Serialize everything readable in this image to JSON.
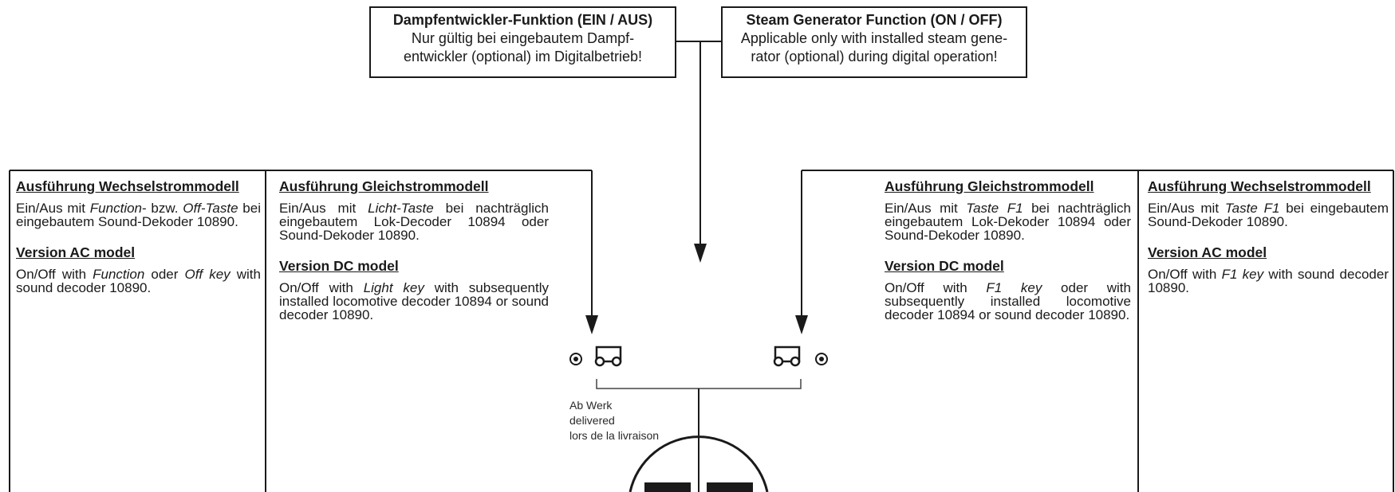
{
  "box_de": {
    "title": "Dampfentwickler-Funktion (EIN / AUS)",
    "line1": "Nur gültig bei eingebautem Dampf-",
    "line2": "entwickler (optional) im Digitalbetrieb!"
  },
  "box_en": {
    "title": "Steam Generator Function (ON / OFF)",
    "line1": "Applicable only with installed steam gene-",
    "line2": "rator (optional) during digital operation!"
  },
  "left_ac": {
    "heading_de": "Ausführung Wechselstrommodell",
    "text_de_a": "Ein/Aus mit ",
    "text_de_key1": "Function",
    "text_de_b": "- bzw. ",
    "text_de_key2": "Off-Taste",
    "text_de_c": " bei eingebautem Sound-Dekoder 10890.",
    "heading_en": "Version AC model",
    "text_en_a": "On/Off with ",
    "text_en_key1": "Function",
    "text_en_b": " oder ",
    "text_en_key2": "Off key",
    "text_en_c": " with sound decoder 10890."
  },
  "left_dc": {
    "heading_de": "Ausführung Gleichstrommodell",
    "text_de_a": "Ein/Aus mit ",
    "text_de_key": "Licht-Taste",
    "text_de_b": " bei nachträglich eingebautem Lok-Decoder 10894 oder Sound-Dekoder 10890.",
    "heading_en": "Version DC model",
    "text_en_a": "On/Off with ",
    "text_en_key": "Light key",
    "text_en_b": " with subsequently installed locomotive decoder 10894 or sound decoder 10890."
  },
  "right_dc": {
    "heading_de": "Ausführung Gleichstrommodell",
    "text_de_a": "Ein/Aus mit ",
    "text_de_key": "Taste F1",
    "text_de_b": " bei nachträglich eingebautem Lok-Dekoder 10894 oder Sound-Dekoder 10890.",
    "heading_en": "Version DC model",
    "text_en_a": "On/Off with ",
    "text_en_key": "F1 key",
    "text_en_b": " oder with subsequently installed locomotive decoder 10894 or sound decoder 10890."
  },
  "right_ac": {
    "heading_de": "Ausführung Wechselstrommodell",
    "text_de_a": "Ein/Aus mit ",
    "text_de_key": "Taste F1",
    "text_de_b": " bei eingebautem Sound-Dekoder 10890.",
    "heading_en": "Version AC model",
    "text_en_a": "On/Off with ",
    "text_en_key": "F1 key",
    "text_en_b": " with sound decoder 10890."
  },
  "factory": {
    "line1": "Ab Werk",
    "line2": "delivered",
    "line3": "lors de la livraison"
  }
}
